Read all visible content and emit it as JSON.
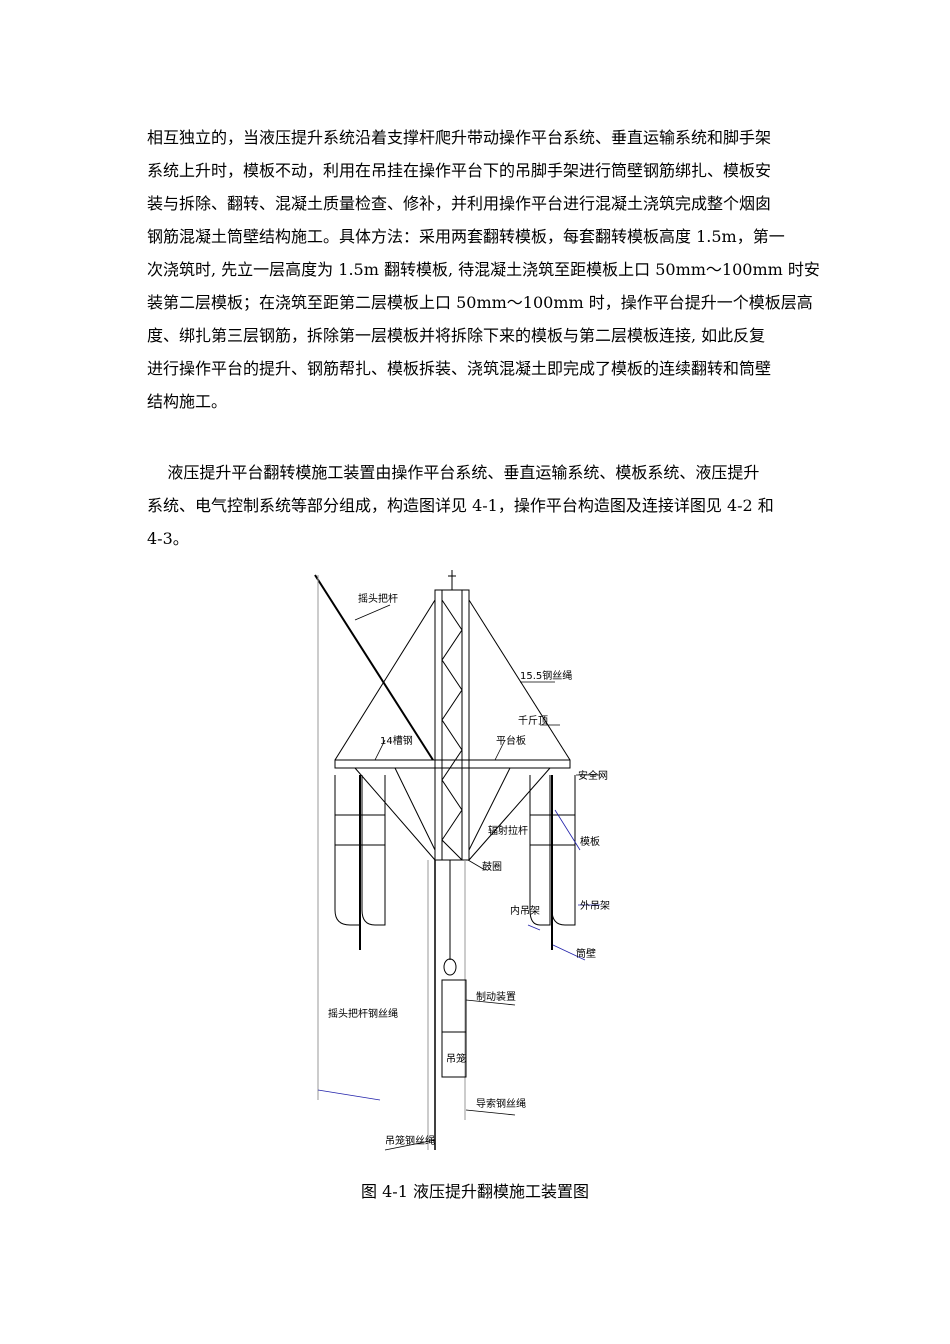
{
  "paragraph1": [
    "相互独立的，当液压提升系统沿着支撑杆爬升带动操作平台系统、垂直运输系统和脚手架",
    "系统上升时，模板不动，利用在吊挂在操作平台下的吊脚手架进行筒壁钢筋绑扎、模板安",
    "装与拆除、翻转、混凝土质量检查、修补，并利用操作平台进行混凝土浇筑完成整个烟囱",
    "钢筋混凝土筒壁结构施工。具体方法：采用两套翻转模板，每套翻转模板高度 1.5m，第一",
    "次浇筑时, 先立一层高度为 1.5m 翻转模板, 待混凝土浇筑至距模板上口 50mm～100mm 时安",
    "装第二层模板；在浇筑至距第二层模板上口 50mm～100mm 时，操作平台提升一个模板层高",
    "度、绑扎第三层钢筋，拆除第一层模板并将拆除下来的模板与第二层模板连接, 如此反复",
    "进行操作平台的提升、钢筋帮扎、模板拆装、浇筑混凝土即完成了模板的连续翻转和筒壁",
    "结构施工。"
  ],
  "paragraph2": [
    "    液压提升平台翻转模施工装置由操作平台系统、垂直运输系统、模板系统、液压提升",
    "系统、电气控制系统等部分组成，构造图详见 4-1，操作平台构造图及连接详图见 4-2 和",
    "4-3。"
  ],
  "figure": {
    "labels": {
      "rocker_pole": "摇头把杆",
      "wire_rope_15": "15.5钢丝绳",
      "jack": "千斤顶",
      "channel_steel": "14槽钢",
      "platform_board": "平台板",
      "safety_net": "安全网",
      "radial_rod": "辐射拉杆",
      "formwork": "模板",
      "drum_ring": "鼓圈",
      "inner_hanger": "内吊架",
      "outer_hanger": "外吊架",
      "chimney_wall": "筒壁",
      "rocker_rope": "摇头把杆钢丝绳",
      "brake_device": "制动装置",
      "cage": "吊笼",
      "guide_rope": "导索钢丝绳",
      "cage_rope": "吊笼钢丝绳"
    },
    "caption": "图 4-1   液压提升翻模施工装置图"
  }
}
